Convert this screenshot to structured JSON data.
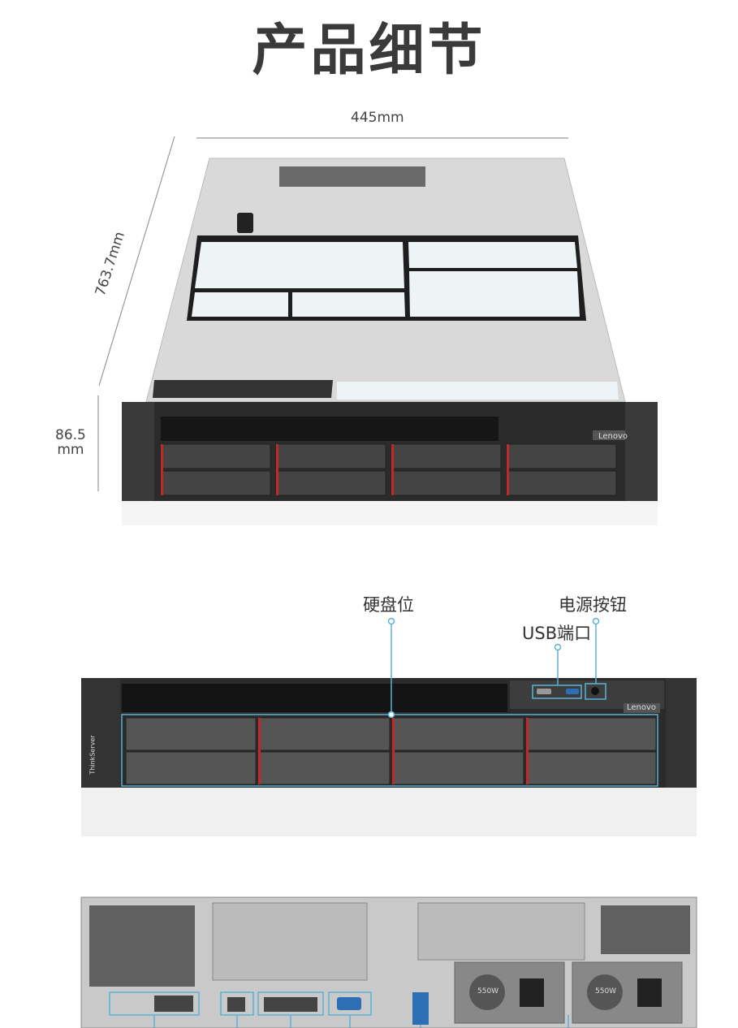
{
  "title": "产品细节",
  "dimensions": {
    "width": "445mm",
    "depth": "763.7mm",
    "height_value": "86.5",
    "height_unit": "mm"
  },
  "callouts": {
    "drive_bays": "硬盘位",
    "power_button": "电源按钮",
    "usb_ports": "USB端口"
  },
  "branding": {
    "lenovo": "Lenovo",
    "thinkserver": "ThinkServer",
    "psu_rating": "550W"
  },
  "colors": {
    "title": "#3a3a3a",
    "callout_line": "#5bb3d6",
    "bezel": "#2b2b2b",
    "accent_red": "#c0282a"
  }
}
